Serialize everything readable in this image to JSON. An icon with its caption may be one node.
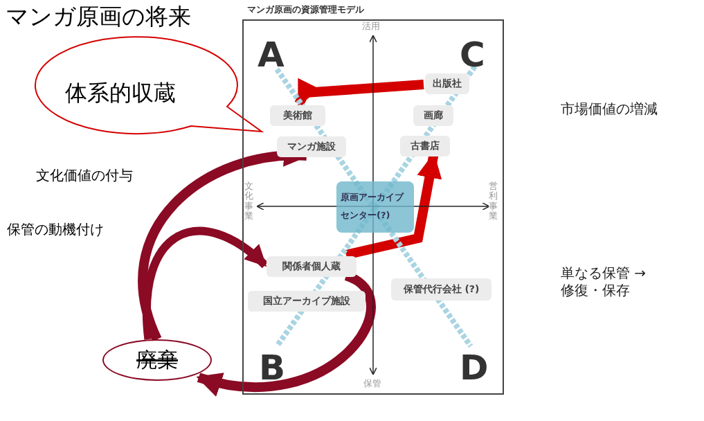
{
  "diagram": {
    "title": "マンガ原画の将来",
    "nodes": [
      {
        "text": [
          "体系的収蔵"
        ]
      },
      {
        "text": [
          "マンガ原画の資源管理モデル"
        ]
      },
      {
        "text": [
          "美術館"
        ],
        "in": 1
      },
      {
        "text": [
          "マンガ施設"
        ],
        "in": 1
      },
      {
        "text": [
          "出版社"
        ],
        "in": 1
      },
      {
        "text": [
          "画廊"
        ],
        "in": 1
      },
      {
        "text": [
          "古書店"
        ],
        "in": 1
      },
      {
        "text": [
          "原画アーカイブセンター(?)"
        ],
        "in": 1
      },
      {
        "text": [
          "関係者個人蔵"
        ],
        "in": 1
      },
      {
        "text": [
          "国立アーカイブ施設"
        ],
        "in": 1
      },
      {
        "text": [
          "保管代行会社 (?)"
        ],
        "in": 1
      },
      {
        "text": [
          "廃棄"
        ]
      }
    ],
    "edges": [
      {
        "from": 4,
        "to": 2,
        "arrow": "to",
        "color": "#d40000"
      },
      {
        "from": 8,
        "to": 6,
        "arrow": "to",
        "color": "#d40000"
      },
      {
        "from": 11,
        "to": 3,
        "arrow": "to",
        "label": "文化価値の付与",
        "color": "#8b0a24"
      },
      {
        "from": 11,
        "to": 8,
        "arrow": "to",
        "label": "保管の動機付け",
        "color": "#8b0a24"
      },
      {
        "from": 8,
        "to": 11,
        "arrow": "to",
        "color": "#8b0a24"
      }
    ],
    "labels": [
      "活用",
      "A",
      "C",
      "文化事業",
      "営利事業",
      "B",
      "D",
      "保管",
      "市場価値の増減",
      "単なる保管 →修復・保存"
    ]
  }
}
